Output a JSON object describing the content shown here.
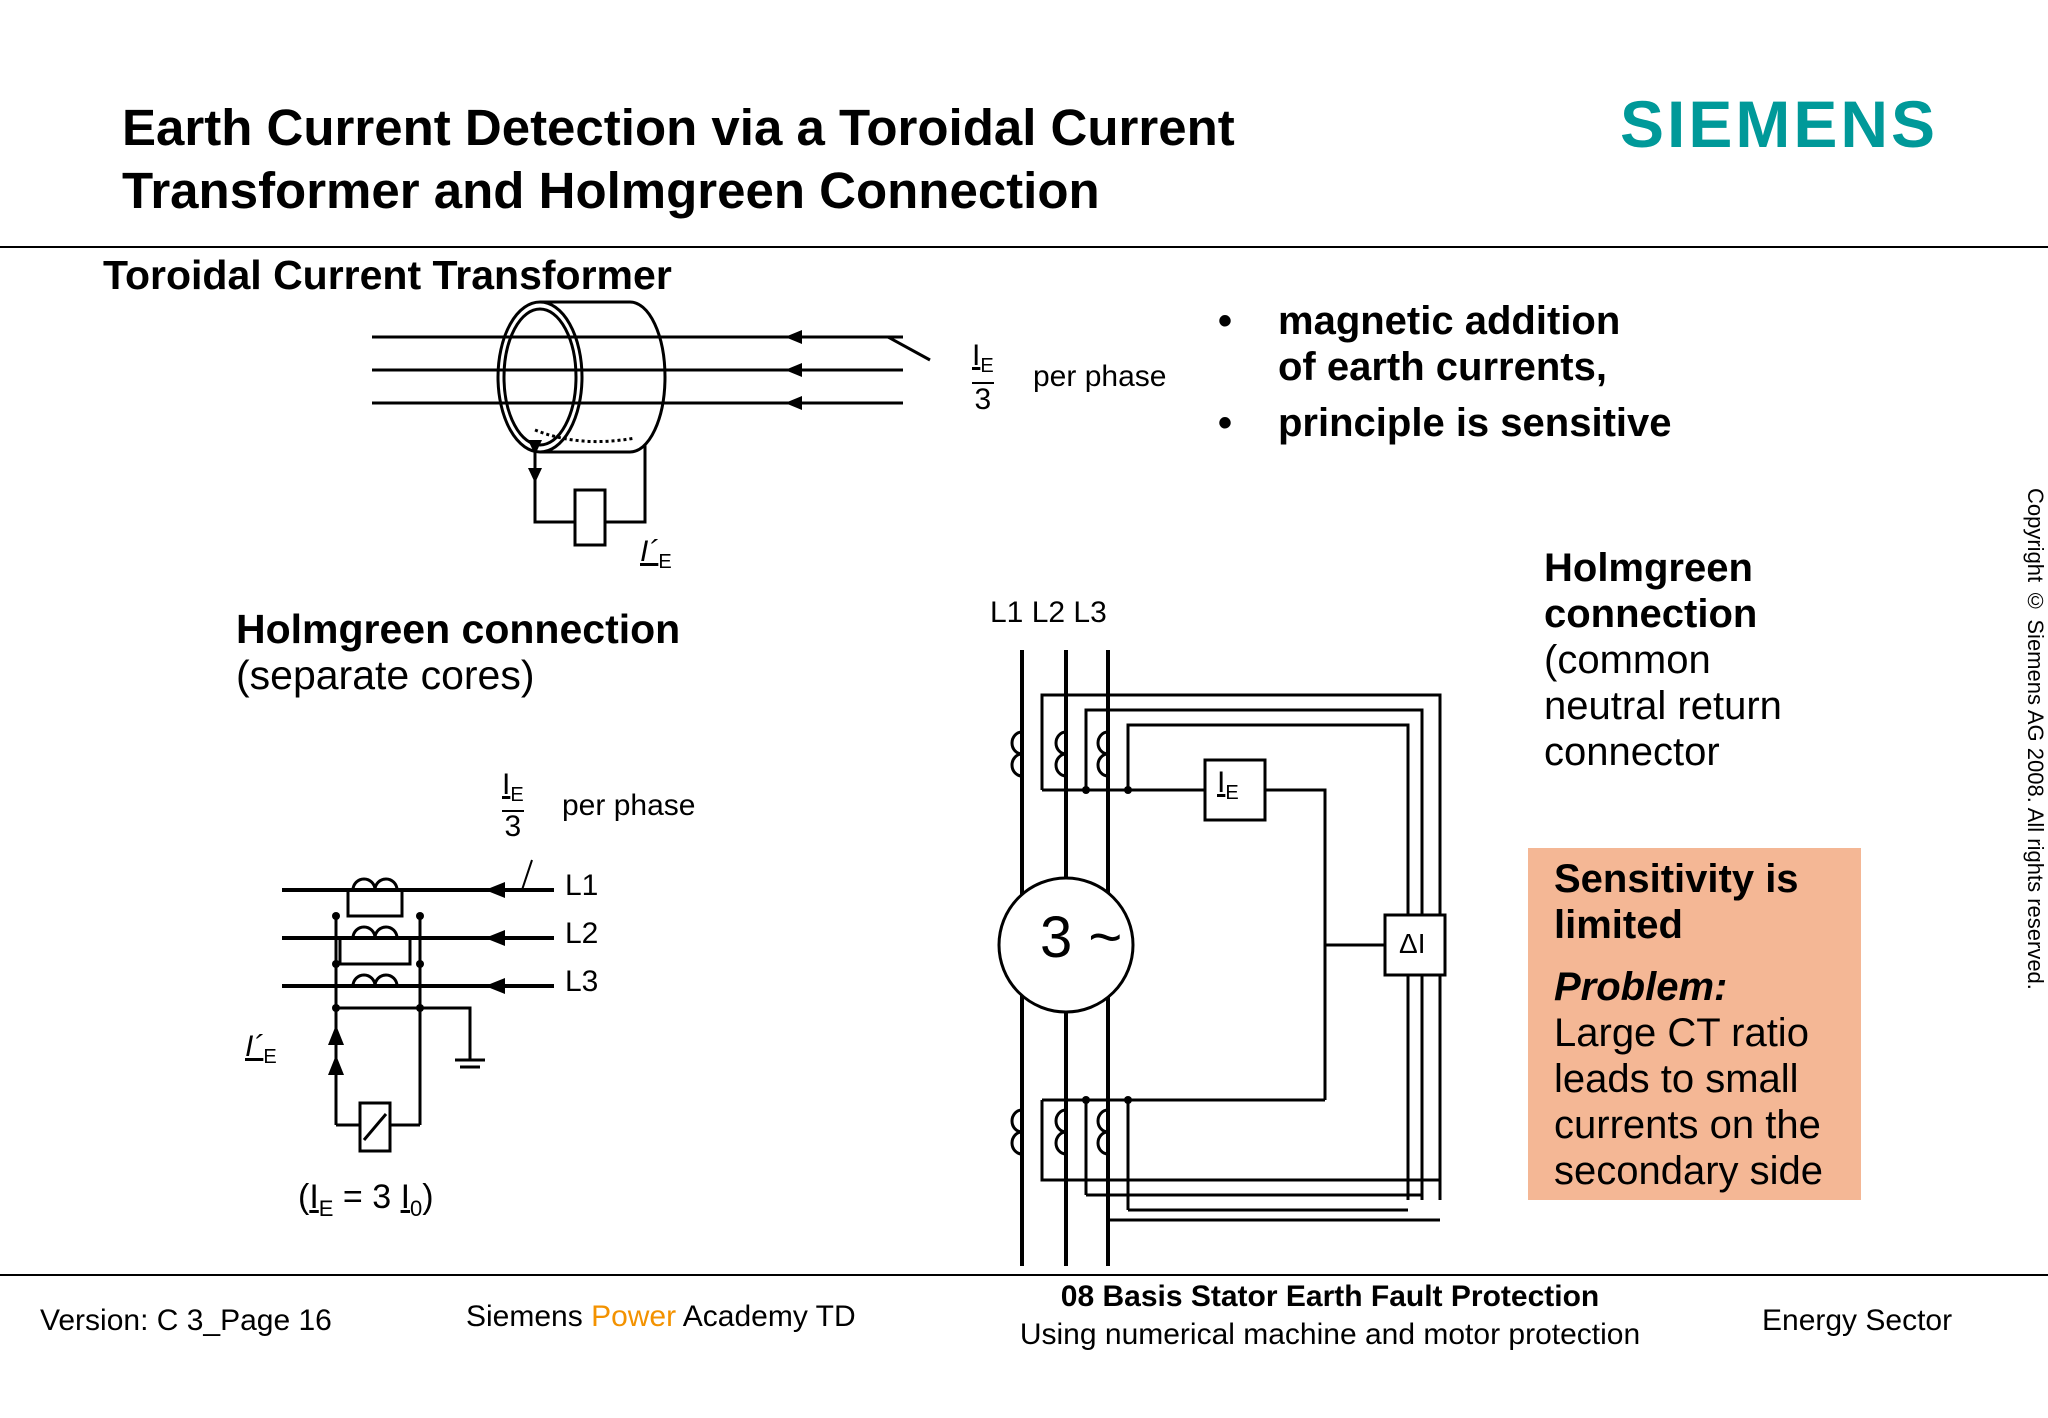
{
  "header": {
    "title_line1": "Earth Current Detection via a Toroidal Current",
    "title_line2": "Transformer and Holmgreen Connection",
    "logo": "SIEMENS"
  },
  "toroidal": {
    "title": "Toroidal Current Transformer",
    "ie_label": "I´",
    "ie_sub": "E",
    "frac_num": "I",
    "frac_sub": "E",
    "frac_den": "3",
    "per_phase": "per phase"
  },
  "bullets": [
    "magnetic addition of earth currents,",
    "principle is sensitive"
  ],
  "bullet_lines": {
    "b1_l1": "magnetic addition",
    "b1_l2": "of earth currents,",
    "b2": "principle is sensitive",
    "dot": "•"
  },
  "holmgreen_separate": {
    "title": "Holmgreen connection",
    "subtitle": "(separate cores)",
    "frac_num": "I",
    "frac_sub": "E",
    "frac_den": "3",
    "per_phase": "per phase",
    "phases": [
      "L1",
      "L2",
      "L3"
    ],
    "ie_label": "I´",
    "ie_sub": "E",
    "formula_open": "(",
    "formula_i": "I",
    "formula_sub_e": "E",
    "formula_eq": " = 3 ",
    "formula_i0": "I",
    "formula_sub_0": "0",
    "formula_close": ")"
  },
  "holmgreen_common": {
    "phase_header": "L1 L2 L3",
    "ie_box": "I",
    "ie_box_sub": "E",
    "delta_box": "ΔI",
    "generator": "3 ~",
    "title_l1": "Holmgreen",
    "title_l2": "connection",
    "desc_l1": "(common",
    "desc_l2": "neutral return",
    "desc_l3": "connector"
  },
  "note_box": {
    "heading_l1": "Sensitivity is",
    "heading_l2": "limited",
    "problem": "Problem:",
    "text_l1": "Large CT ratio",
    "text_l2": "leads to small",
    "text_l3": "currents on the",
    "text_l4": "secondary side",
    "color": "#f4b795"
  },
  "copyright": "Copyright © Siemens AG 2008. All rights reserved.",
  "footer": {
    "version": "Version: C 3_Page 16",
    "academy_pre": "Siemens ",
    "academy_power": "Power",
    "academy_post": " Academy TD",
    "course_title": "08 Basis Stator Earth Fault Protection",
    "course_sub": "Using numerical machine and motor protection",
    "sector": "Energy Sector",
    "power_color": "#f39200"
  }
}
